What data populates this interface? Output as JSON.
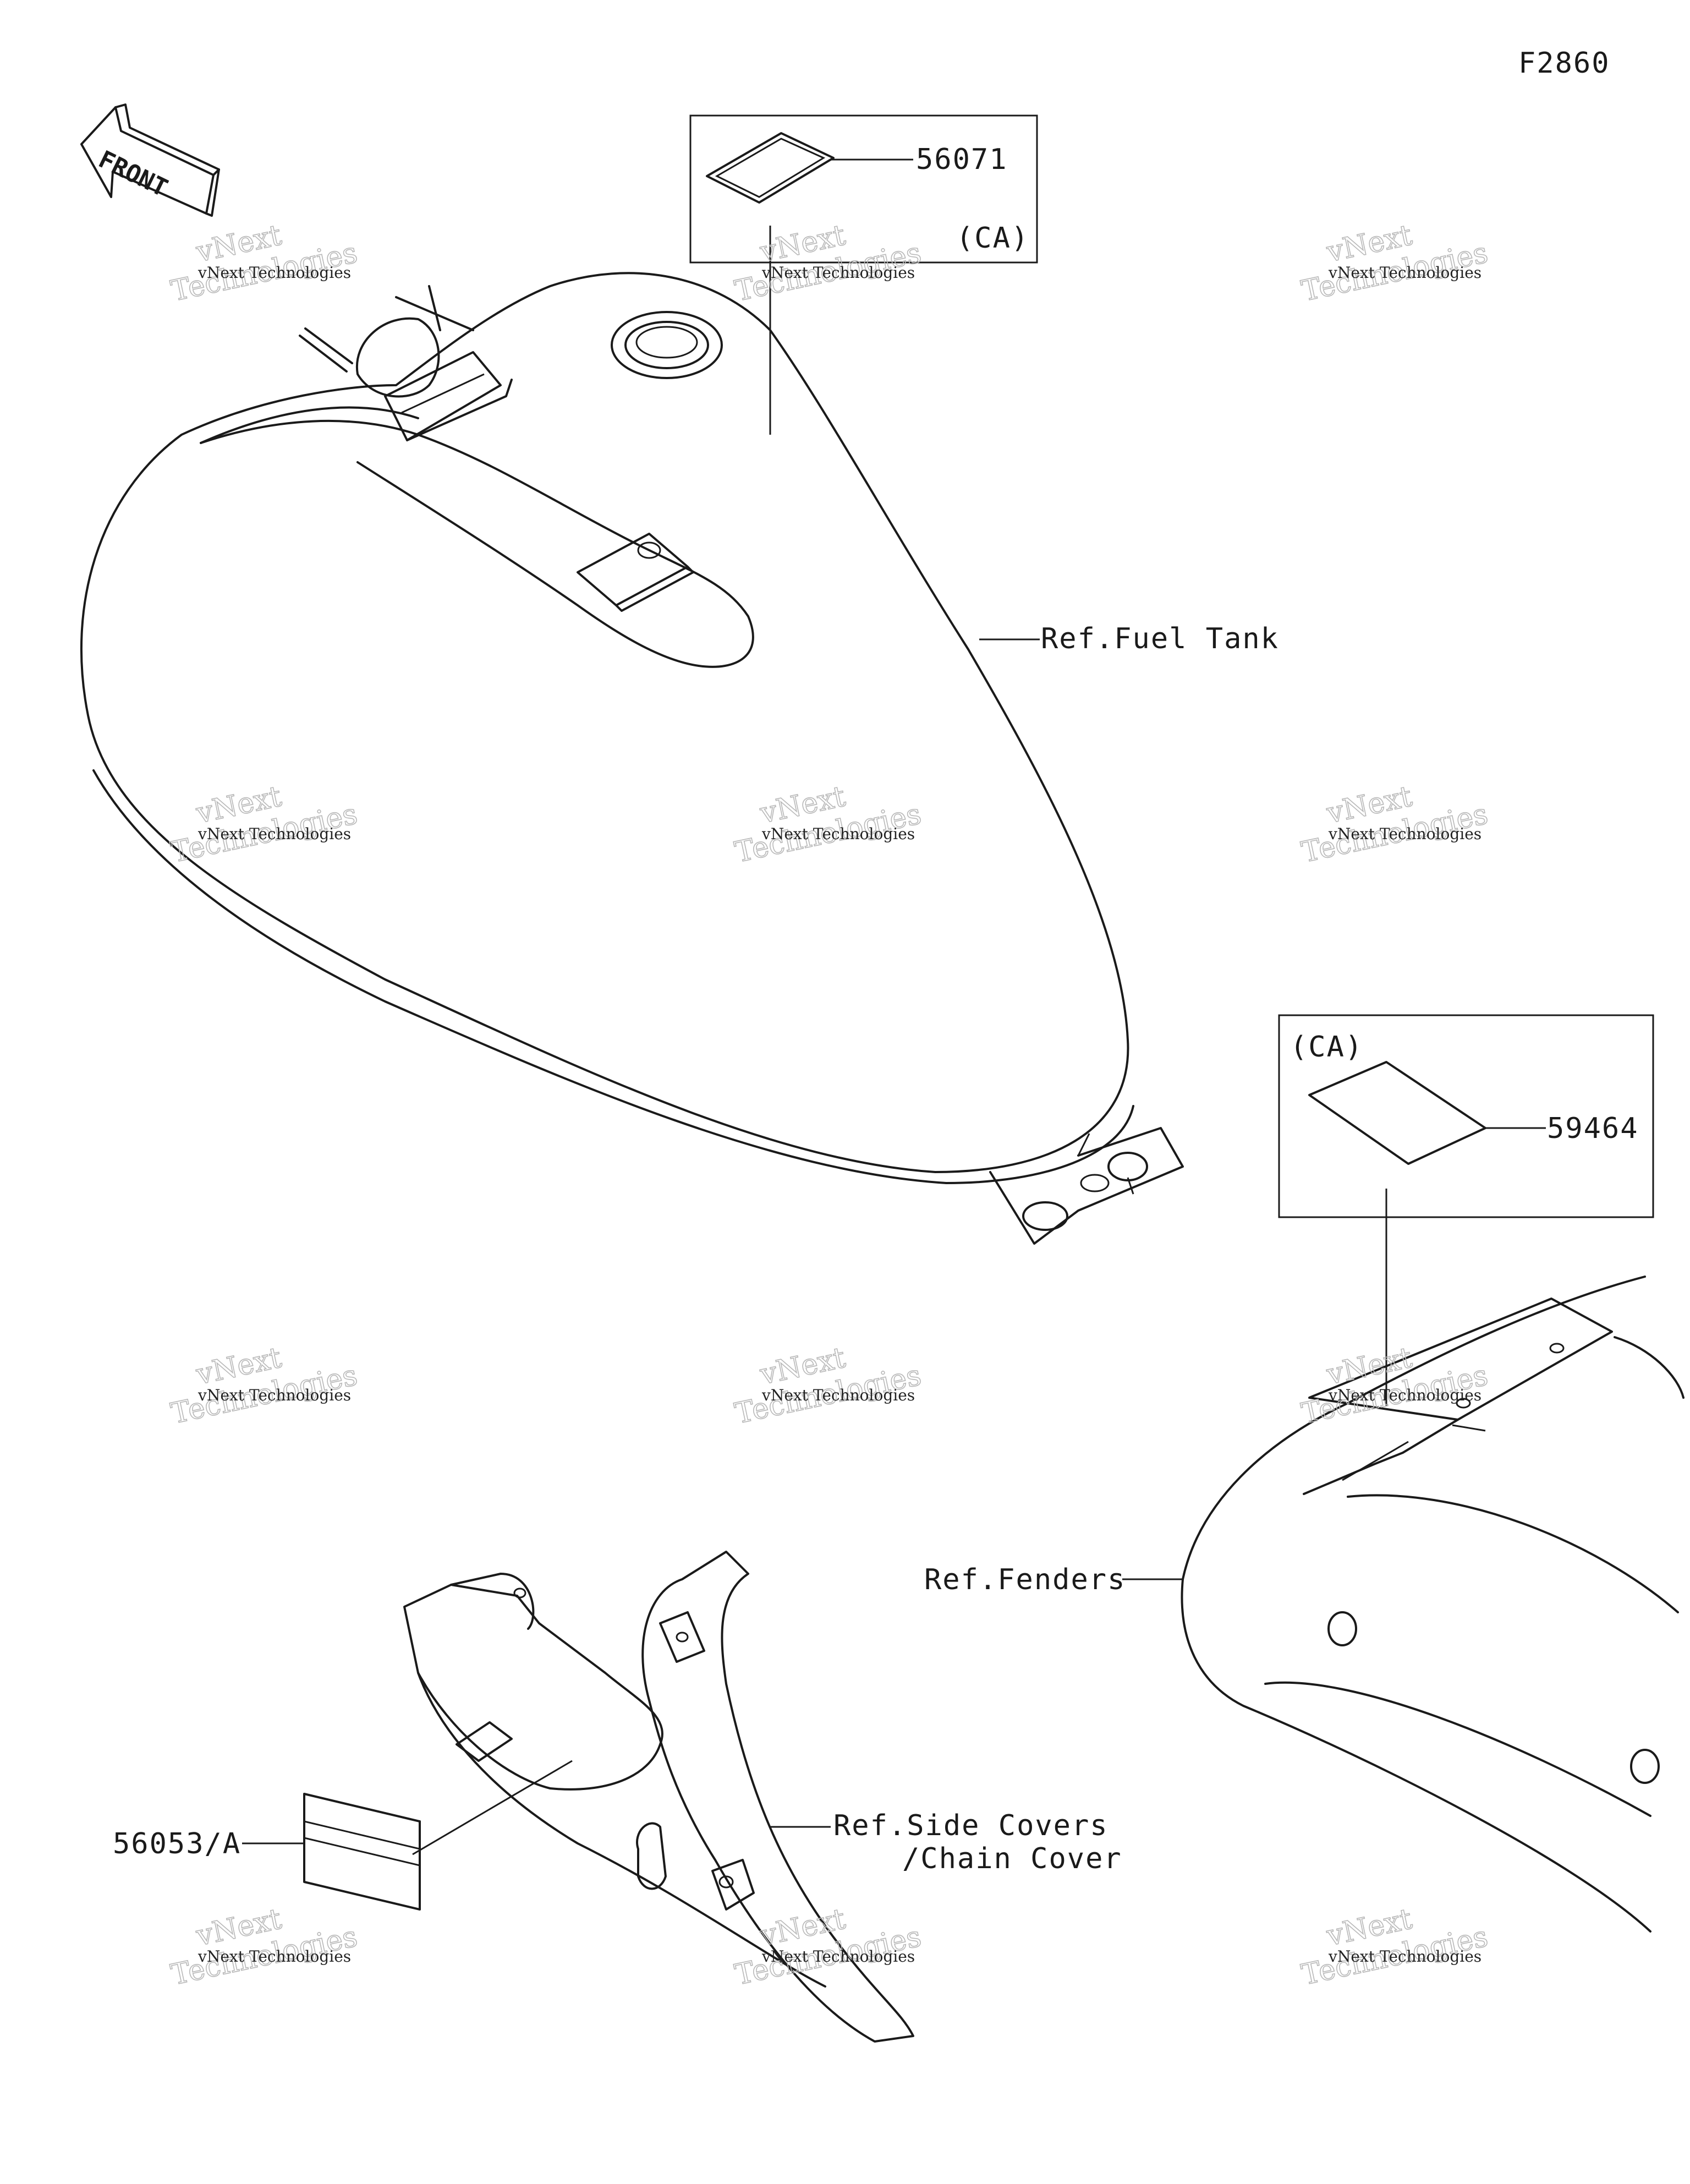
{
  "figure_code": "F2860",
  "front_arrow_label": "FRONT",
  "callouts": {
    "decal_tank_part": "56071",
    "decal_tank_region": "(CA)",
    "fuel_tank_ref": "Ref.Fuel Tank",
    "fender_label_region": "(CA)",
    "fender_label_part": "59464",
    "fenders_ref": "Ref.Fenders",
    "side_cover_ref_line1": "Ref.Side Covers",
    "side_cover_ref_line2": "/Chain Cover",
    "side_label_part": "56053/A"
  },
  "watermark": {
    "line_small": "vNext Technologies",
    "line_big_1": "vNext",
    "line_big_2": "Technologies"
  }
}
